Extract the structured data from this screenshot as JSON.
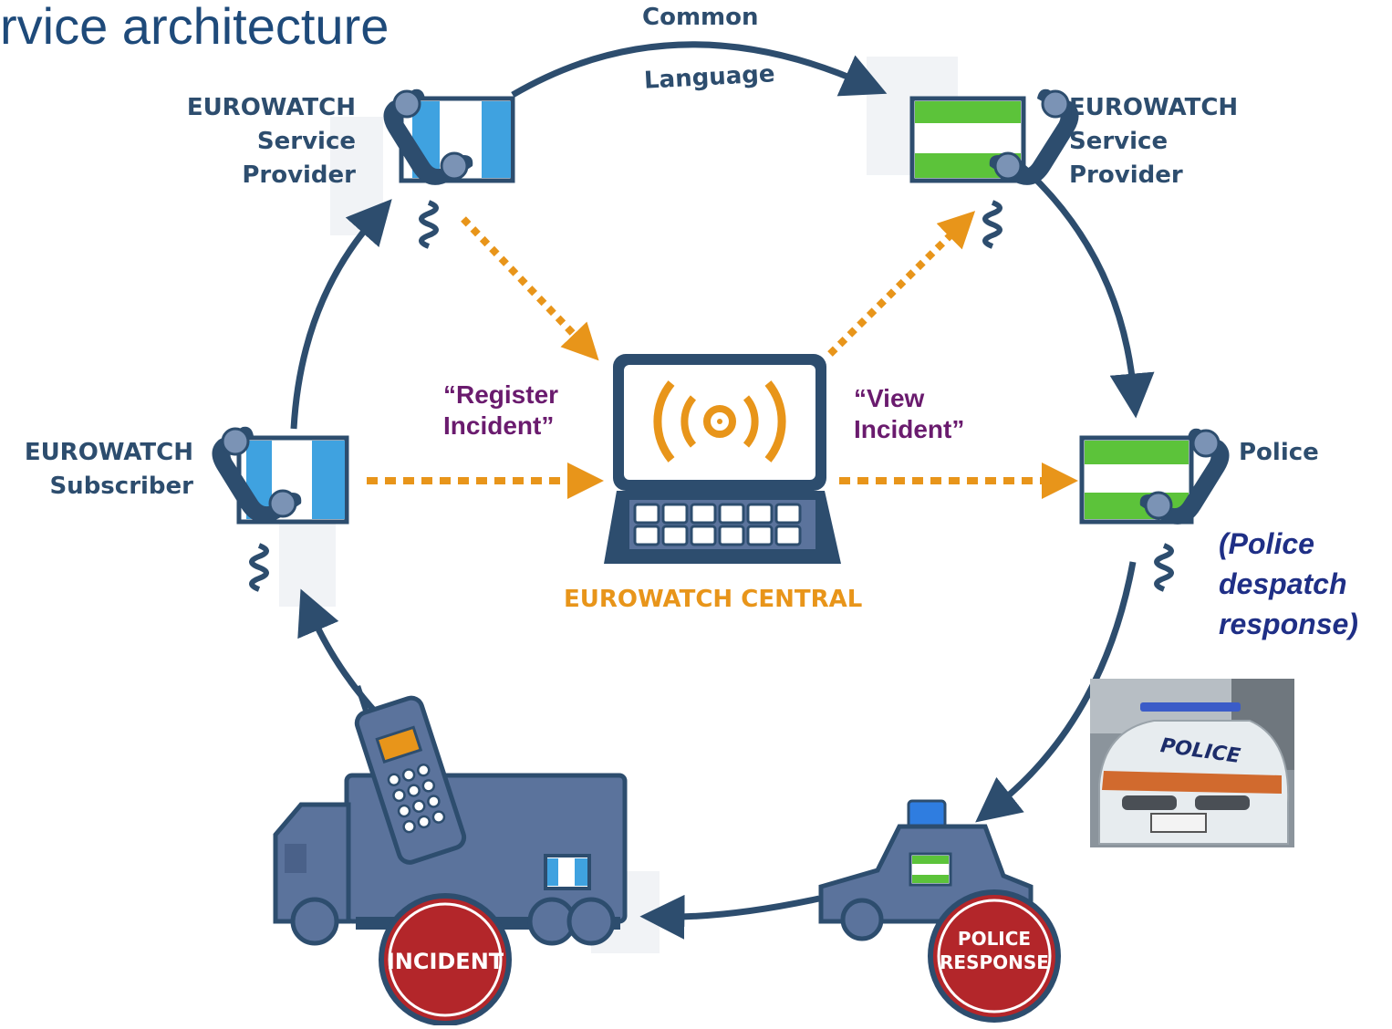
{
  "slide_title": "rvice architecture",
  "common_language": {
    "line1": "Common",
    "line2": "Language"
  },
  "nodes": {
    "provider_left": "EUROWATCH\nService\nProvider",
    "provider_right": "EUROWATCH\nService\nProvider",
    "subscriber": "EUROWATCH\nSubscriber",
    "police": "Police",
    "central": "EUROWATCH CENTRAL"
  },
  "actions": {
    "register": "“Register\nIncident”",
    "view": "“View\nIncident”"
  },
  "police_note": "(Police\ndespatch\nresponse)",
  "signs": {
    "incident": "INCIDENT",
    "police_response_line1": "POLICE",
    "police_response_line2": "RESPONSE"
  },
  "photo_text": {
    "police": "POLICE"
  },
  "colors": {
    "navy": "#2d4d6e",
    "orange": "#e8951a",
    "blue_flag": "#3fa2e0",
    "green_flag": "#5cc33a",
    "vehicle": "#5b739c",
    "sign_red": "#b3262a",
    "quote": "#6a1b6e",
    "note": "#1f2f86"
  }
}
